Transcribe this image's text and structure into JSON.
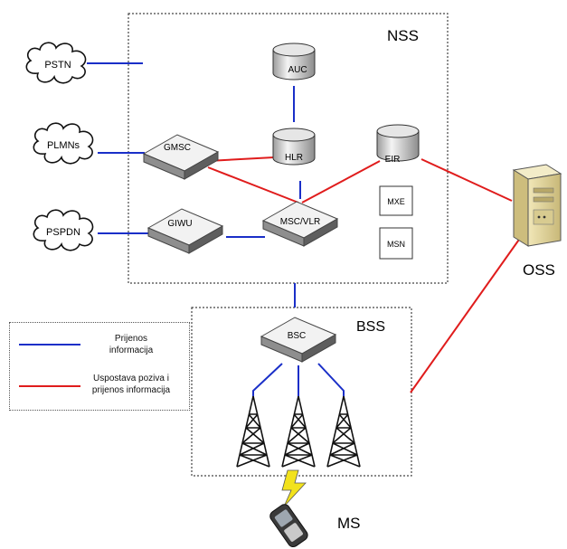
{
  "colors": {
    "info": "#1a2fc8",
    "call": "#e01c1c",
    "frame": "#444444"
  },
  "subsystems": {
    "nss": "NSS",
    "bss": "BSS",
    "oss": "OSS",
    "ms": "MS"
  },
  "networks": {
    "pstn": "PSTN",
    "plmns": "PLMNs",
    "pspdn": "PSPDN"
  },
  "nodes": {
    "auc": "AUC",
    "hlr": "HLR",
    "eir": "EIR",
    "gmsc": "GMSC",
    "iwu": "GIWU",
    "mscvlr": "MSC/VLR",
    "mxe": "MXE",
    "msn": "MSN",
    "bsc": "BSC"
  },
  "legend": {
    "info_label": "Prijenos\ninformacija",
    "call_label": "Uspostava poziva i\nprijenos informacija"
  },
  "icons": [
    "cloud-icon",
    "database-icon",
    "switch-icon",
    "tower-icon",
    "server-icon",
    "phone-icon",
    "lightning-icon"
  ]
}
